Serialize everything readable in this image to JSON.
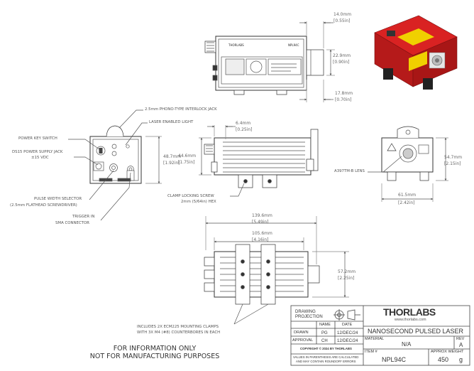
{
  "dimensions": {
    "top_width_mm": "14.0mm",
    "top_width_in": "[0.55in]",
    "top_height_mm": "22.9mm",
    "top_height_in": "[0.90in]",
    "top_depth_mm": "17.8mm",
    "top_depth_in": "[0.70in]",
    "side_offset_mm": "6.4mm",
    "side_offset_in": "[0.25in]",
    "front_height_mm": "48.7mm",
    "front_height_in": "[1.92in]",
    "side_height_mm": "44.6mm",
    "side_height_in": "[1.75in]",
    "rear_height_mm": "54.7mm",
    "rear_height_in": "[2.15in]",
    "rear_width_mm": "61.5mm",
    "rear_width_in": "[2.42in]",
    "bottom_length_mm": "139.6mm",
    "bottom_length_in": "[5.49in]",
    "bottom_inner_mm": "105.6mm",
    "bottom_inner_in": "[4.16in]",
    "bottom_height_mm": "57.2mm",
    "bottom_height_in": "[2.25in]"
  },
  "callouts": {
    "phono_jack": "2.5mm PHONO-TYPE INTERLOCK JACK",
    "laser_light": "LASER ENABLED LIGHT",
    "power_key": "POWER KEY SWITCH",
    "ds15_line1": "DS15 POWER SUPPLY JACK",
    "ds15_line2": "±15 VDC",
    "pulse_line1": "PULSE WIDTH SELECTOR",
    "pulse_line2": "(2.5mm FLATHEAD SCREWDRIVER)",
    "trigger_line1": "TRIGGER IN",
    "trigger_line2": "SMA CONNECTOR",
    "clamp_line1": "CLAMP LOCKING SCREW",
    "clamp_line2": "2mm (5/64in) HEX",
    "lens": "A397TM-B LENS",
    "mount_line1": "INCLUDES 2X ECM225 MOUNTING CLAMPS",
    "mount_line2": "WITH 3X M4 (#8) COUNTERBORES IN EACH"
  },
  "disclaimer": {
    "line1": "FOR INFORMATION ONLY",
    "line2": "NOT FOR MANUFACTURING PURPOSES"
  },
  "title_block": {
    "drawing_projection_1": "DRAWING",
    "drawing_projection_2": "PROJECTION",
    "col_name": "NAME",
    "col_date": "DATE",
    "drawn_label": "DRAWN",
    "drawn_name": "PG",
    "drawn_date": "12/DEC/24",
    "approval_label": "APPROVAL",
    "approval_name": "CH",
    "approval_date": "12/DEC/24",
    "copyright": "COPYRIGHT © 2024 BY THORLABS",
    "note_1": "VALUES IN PARENTHESIS ARE CALCULATED",
    "note_2": "AND MAY CONTAIN ROUNDOFF ERRORS",
    "logo": "THORLABS",
    "url": "www.thorlabs.com",
    "title": "NANOSECOND PULSED LASER",
    "material_label": "MATERIAL",
    "material": "N/A",
    "rev_label": "REV",
    "rev": "A",
    "item_label": "ITEM #",
    "item": "NPL94C",
    "weight_label": "APPROX WEIGHT",
    "weight_value": "450",
    "weight_unit": "g"
  },
  "device_labels": {
    "thorlabs_small": "THORLABS",
    "model_small": "NPL94C"
  },
  "colors": {
    "line": "#555555",
    "housing_red": "#c81e1e",
    "title_rule": "#444444"
  }
}
